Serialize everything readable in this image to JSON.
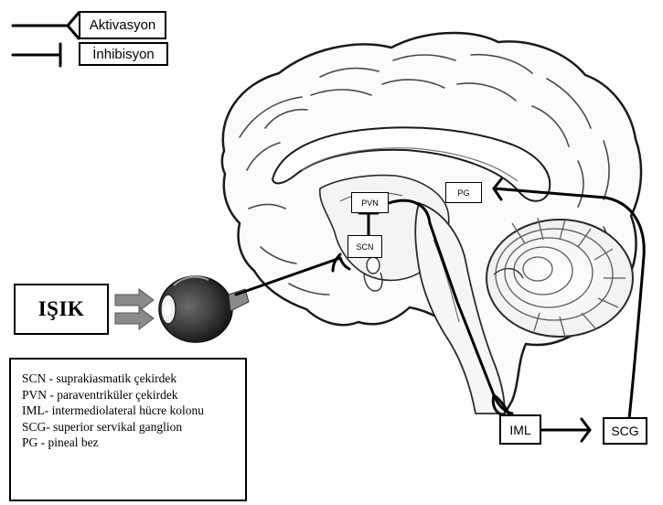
{
  "legend": {
    "activation": "Aktivasyon",
    "inhibition": "İnhibisyon"
  },
  "light_label": "IŞIK",
  "nodes": {
    "pvn": "PVN",
    "scn": "SCN",
    "pg": "PG",
    "iml": "IML",
    "scg": "SCG"
  },
  "abbreviations": [
    "SCN - suprakiasmatik çekirdek",
    "PVN - paraventriküler çekirdek",
    "IML- intermediolateral hücre kolonu",
    "SCG- superior servikal ganglion",
    "PG - pineal bez"
  ],
  "colors": {
    "line": "#000000",
    "arrow": "#8a8a8a",
    "brain_fill": "#fbfbfb",
    "brain_stroke": "#1a1a1a"
  }
}
